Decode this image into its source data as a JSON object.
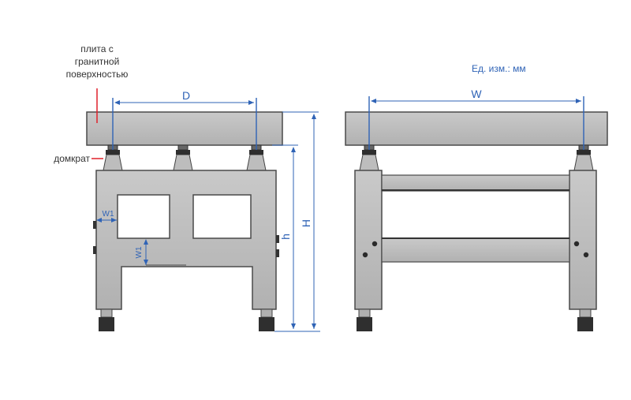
{
  "labels": {
    "plate": "плита с\nгранитной\nповерхностью",
    "jack": "домкрат",
    "units": "Ед. изм.: мм"
  },
  "dimensions": {
    "D": "D",
    "W": "W",
    "H": "H",
    "h": "h",
    "w1_horizontal": "W1",
    "w1_vertical": "W1"
  },
  "colors": {
    "frame_fill": "#b9b9b9",
    "frame_stroke": "#4a4a4a",
    "dimension_line": "#2f63b6",
    "leader_line": "#e0202a",
    "text": "#333333"
  }
}
